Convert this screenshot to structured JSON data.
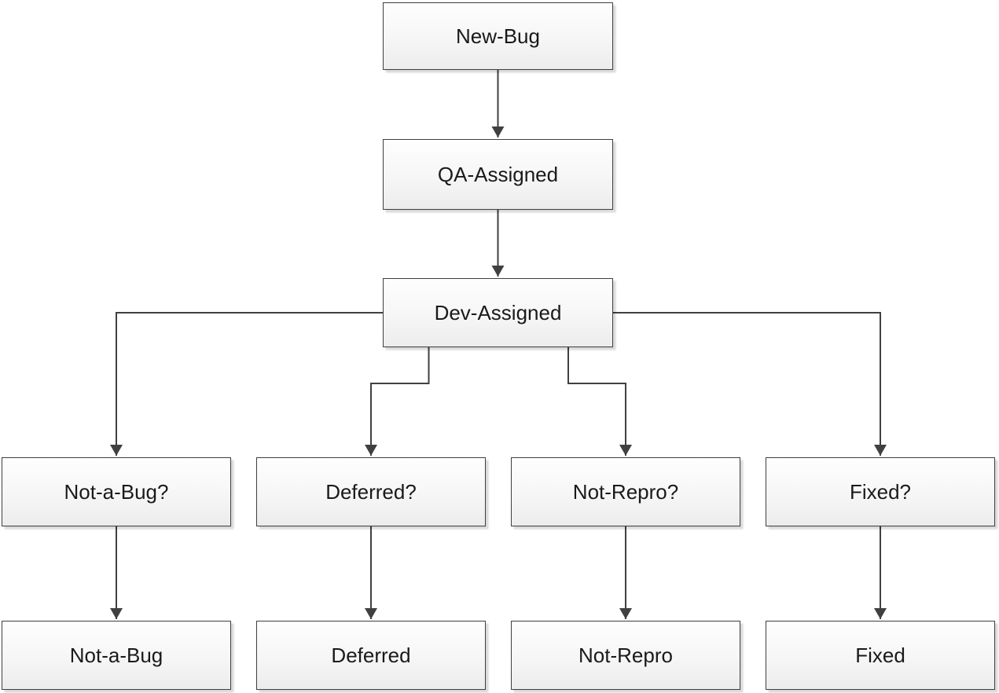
{
  "colors": {
    "background": "#ffffff",
    "node_border": "#3f3f3f",
    "node_fill_top": "#fefefe",
    "node_fill_bottom": "#ececec",
    "connector": "#404040",
    "text": "#1a1a1a"
  },
  "nodes": [
    {
      "id": "new-bug",
      "label": "New-Bug"
    },
    {
      "id": "qa-assigned",
      "label": "QA-Assigned"
    },
    {
      "id": "dev-assigned",
      "label": "Dev-Assigned"
    },
    {
      "id": "not-a-bug-question",
      "label": "Not-a-Bug?"
    },
    {
      "id": "deferred-question",
      "label": "Deferred?"
    },
    {
      "id": "not-repro-question",
      "label": "Not-Repro?"
    },
    {
      "id": "fixed-question",
      "label": "Fixed?"
    },
    {
      "id": "not-a-bug",
      "label": "Not-a-Bug"
    },
    {
      "id": "deferred",
      "label": "Deferred"
    },
    {
      "id": "not-repro",
      "label": "Not-Repro"
    },
    {
      "id": "fixed",
      "label": "Fixed"
    }
  ],
  "edges": [
    {
      "from": "new-bug",
      "to": "qa-assigned"
    },
    {
      "from": "qa-assigned",
      "to": "dev-assigned"
    },
    {
      "from": "dev-assigned",
      "to": "not-a-bug-question"
    },
    {
      "from": "dev-assigned",
      "to": "deferred-question"
    },
    {
      "from": "dev-assigned",
      "to": "not-repro-question"
    },
    {
      "from": "dev-assigned",
      "to": "fixed-question"
    },
    {
      "from": "not-a-bug-question",
      "to": "not-a-bug"
    },
    {
      "from": "deferred-question",
      "to": "deferred"
    },
    {
      "from": "not-repro-question",
      "to": "not-repro"
    },
    {
      "from": "fixed-question",
      "to": "fixed"
    }
  ]
}
